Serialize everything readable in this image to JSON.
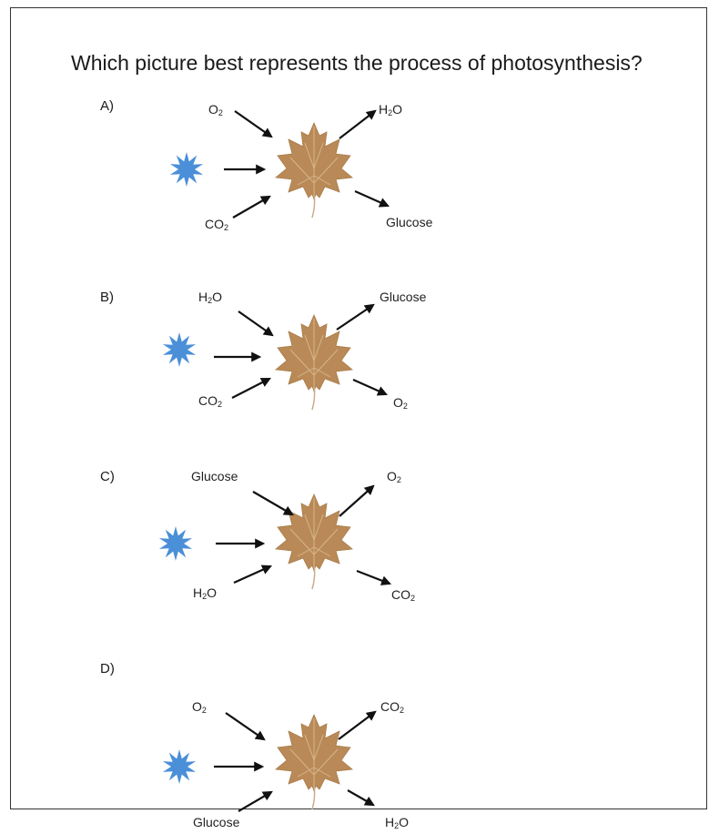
{
  "question": "Which picture best represents the process of photosynthesis?",
  "colors": {
    "sun": "#4a8fd8",
    "leaf": "#b98a57",
    "leaf_vein": "#e2c6a0",
    "arrow": "#111111"
  },
  "icons": {
    "sun": "sun-icon",
    "leaf": "leaf-icon"
  },
  "options": [
    {
      "label": "A)",
      "inputs": [
        {
          "base": "O",
          "sub": "2"
        },
        {
          "base": "CO",
          "sub": "2"
        }
      ],
      "outputs": [
        {
          "base": "H",
          "sub": "2",
          "tail": "O"
        },
        {
          "base": "Glucose",
          "sub": "",
          "tail": ""
        }
      ]
    },
    {
      "label": "B)",
      "inputs": [
        {
          "base": "H",
          "sub": "2",
          "tail": "O"
        },
        {
          "base": "CO",
          "sub": "2"
        }
      ],
      "outputs": [
        {
          "base": "Glucose",
          "sub": "",
          "tail": ""
        },
        {
          "base": "O",
          "sub": "2",
          "tail": ""
        }
      ]
    },
    {
      "label": "C)",
      "inputs": [
        {
          "base": "Glucose",
          "sub": ""
        },
        {
          "base": "H",
          "sub": "2",
          "tail": "O"
        }
      ],
      "outputs": [
        {
          "base": "O",
          "sub": "2",
          "tail": ""
        },
        {
          "base": "CO",
          "sub": "2",
          "tail": ""
        }
      ]
    },
    {
      "label": "D)",
      "inputs": [
        {
          "base": "O",
          "sub": "2"
        },
        {
          "base": "Glucose",
          "sub": ""
        }
      ],
      "outputs": [
        {
          "base": "CO",
          "sub": "2",
          "tail": ""
        },
        {
          "base": "H",
          "sub": "2",
          "tail": "O"
        }
      ]
    }
  ]
}
